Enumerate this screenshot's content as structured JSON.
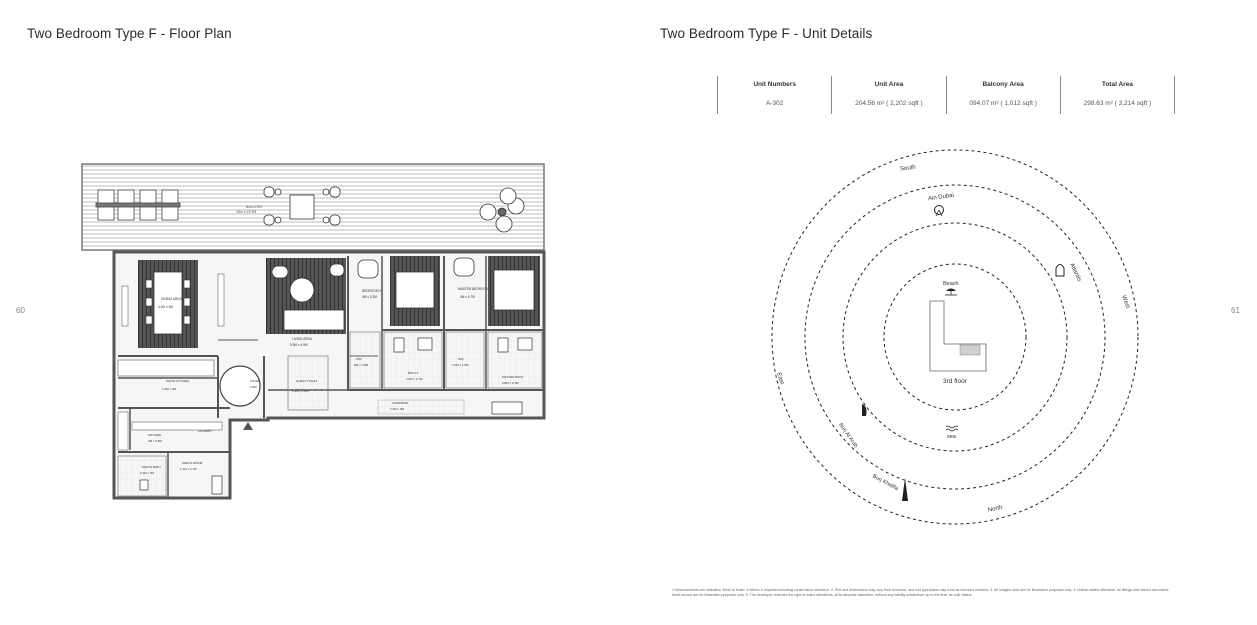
{
  "left_page": {
    "title": "Two Bedroom Type F - Floor Plan",
    "page_number": "60",
    "rooms": {
      "balcony": "BALCONY",
      "balcony_size": "26m x 22.9M",
      "dining": "DINING AREA",
      "dining_size": "4.2M x 3M",
      "living": "LIVING AREA",
      "living_size": "5.9M x 4.9M",
      "bedroom2": "BEDROOM 2",
      "bedroom2_size": "4M x 3.3M",
      "master_bedroom": "MASTER BEDROOM",
      "master_bedroom_size": "4M x 4.7M",
      "wic1": "WIC",
      "wic1_size": "2M x 1.9M",
      "bath2": "BATH 2",
      "bath2_size": "2.6M x 2.7M",
      "wic2": "WIC",
      "wic2_size": "4.2M x 1.6M",
      "master_bath": "MASTER BATH",
      "master_bath_size": "2.8M x 2.3M",
      "show_kitchen": "SHOW KITCHEN",
      "show_kitchen_size": "2.4M x 3M",
      "foyer": "FOYER",
      "foyer_size": "2.9M",
      "guest_toilet": "GUEST TOILET",
      "guest_toilet_size": "2.9M x 1.8M",
      "corridor": "CORRIDOR",
      "corridor_size": "7.2M x 3M",
      "kitchen": "KITCHEN",
      "kitchen_size": "2M x 5.6M",
      "laundry": "LAUNDRY",
      "maids_bath": "MAID'S BATH",
      "maids_bath_size": "2.1M x 3M",
      "maids_room": "MAID'S ROOM",
      "maids_room_size": "1.1M x 2.7M"
    }
  },
  "right_page": {
    "title": "Two Bedroom Type F - Unit Details",
    "page_number": "61",
    "table": {
      "headers": [
        "Unit Numbers",
        "Unit Area",
        "Balcony Area",
        "Total Area"
      ],
      "values": [
        "A-302",
        "204.56 m² ( 2,202 sqft )",
        "094.07 m² ( 1,012 sqft )",
        "298.63 m² ( 3,214 sqft )"
      ]
    },
    "orientation": {
      "floor_label": "3rd floor",
      "south": "South",
      "west": "West",
      "north": "North",
      "east": "East",
      "ain_dubai": "Ain Dubai",
      "atlantis": "Atlantis",
      "beach": "Beach",
      "sea": "sea",
      "burj_al_arab": "Burj Al Arab",
      "burj_khalifa": "Burj Khalifa"
    },
    "footnote": "1.Measurements are indicative 'finish to finish' in Metric & imperial excluding construction tolerance. 2. Plot and dimensions may vary from brochure, and unit type/plans may exist as mirrored versions. 3. All images used are for illustration purposes only. 4. Unless stated otherwise, all fittings and interior decorative items shown are for illustration purposes only. 5. The developer reserves the right to make alterations, at its absolute discretion, without any liability whatsoever up to the final 'as built' status."
  }
}
